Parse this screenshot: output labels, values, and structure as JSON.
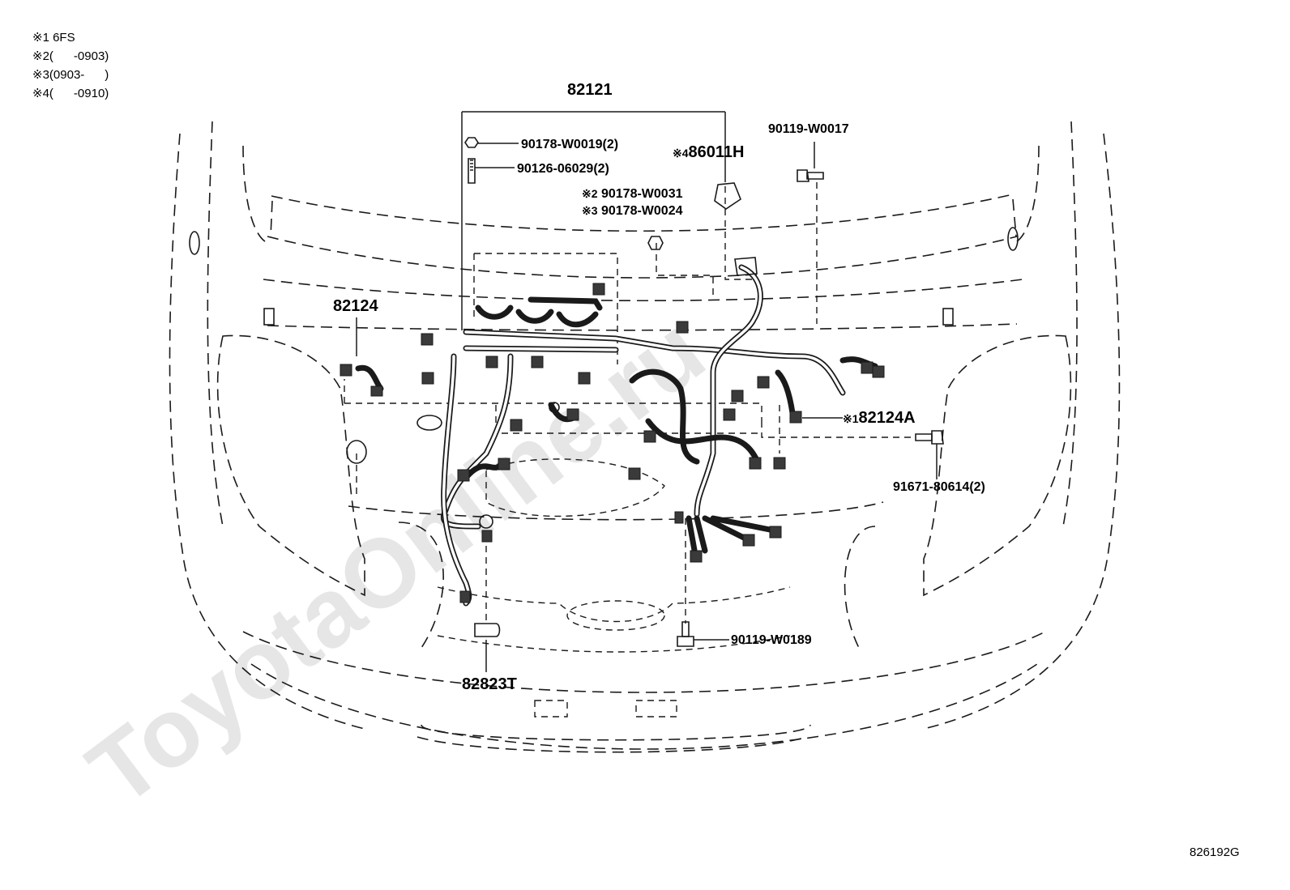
{
  "legend": [
    {
      "mark": "※1",
      "text": "6FS"
    },
    {
      "mark": "※2",
      "text": "(      -0903)"
    },
    {
      "mark": "※3",
      "text": "(0903-      )"
    },
    {
      "mark": "※4",
      "text": "(      -0910)"
    }
  ],
  "parts": {
    "main": "82121",
    "nut_a": "90178-W0019(2)",
    "stud": "90126-06029(2)",
    "nut_b_mark": "※2",
    "nut_b": "90178-W0031",
    "nut_c_mark": "※3",
    "nut_c": "90178-W0024",
    "horn_mark": "※4",
    "horn": "86011H",
    "bolt_top": "90119-W0017",
    "wire_left": "82124",
    "wire_right_mark": "※1",
    "wire_right": "82124A",
    "bolt_right": "91671-80614(2)",
    "clamp": "82823T",
    "bolt_bottom": "90119-W0189"
  },
  "watermark": "ToyotaOnline.ru",
  "drawing_code": "826192G",
  "colors": {
    "line": "#1a1a1a",
    "watermark": "#e6e6e6"
  }
}
